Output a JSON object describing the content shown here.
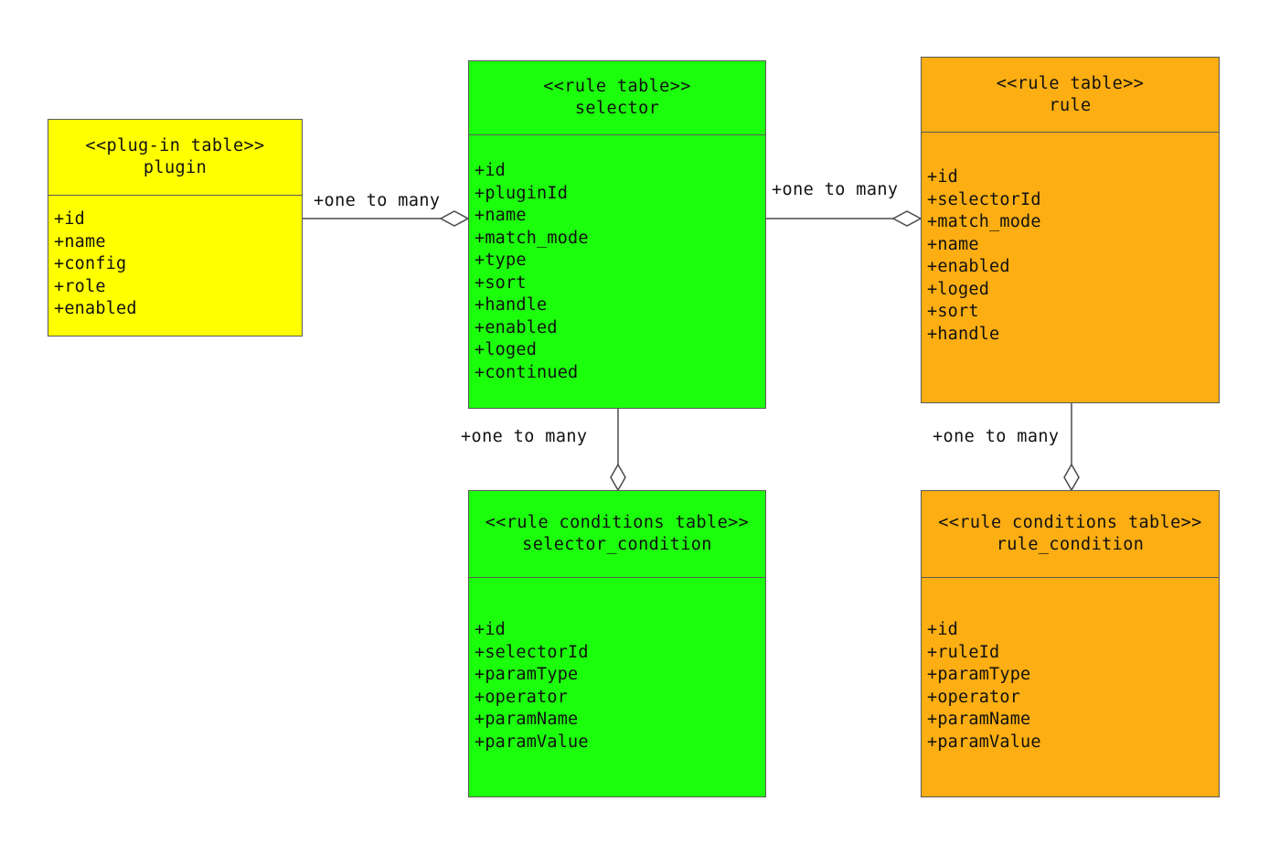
{
  "colors": {
    "plugin_fill": "#ffff00",
    "selector_fill": "#1cff0c",
    "rule_fill": "#fcae12",
    "border": "#5a5a5a",
    "line": "#4a4a4a"
  },
  "tables": {
    "plugin": {
      "stereotype": "<<plug-in table>>",
      "name": "plugin",
      "attributes": [
        "+id",
        "+name",
        "+config",
        "+role",
        "+enabled"
      ]
    },
    "selector": {
      "stereotype": "<<rule table>>",
      "name": "selector",
      "attributes": [
        "+id",
        "+pluginId",
        "+name",
        "+match_mode",
        "+type",
        "+sort",
        "+handle",
        "+enabled",
        "+loged",
        "+continued"
      ]
    },
    "rule": {
      "stereotype": "<<rule table>>",
      "name": "rule",
      "attributes": [
        "+id",
        "+selectorId",
        "+match_mode",
        "+name",
        "+enabled",
        "+loged",
        "+sort",
        "+handle"
      ]
    },
    "selector_condition": {
      "stereotype": "<<rule conditions table>>",
      "name": "selector_condition",
      "attributes": [
        "+id",
        "+selectorId",
        "+paramType",
        "+operator",
        "+paramName",
        "+paramValue"
      ]
    },
    "rule_condition": {
      "stereotype": "<<rule conditions table>>",
      "name": "rule_condition",
      "attributes": [
        "+id",
        "+ruleId",
        "+paramType",
        "+operator",
        "+paramName",
        "+paramValue"
      ]
    }
  },
  "relations": {
    "plugin_selector": "+one to many",
    "selector_rule": "+one to many",
    "selector_condition": "+one to many",
    "rule_condition": "+one to many"
  }
}
